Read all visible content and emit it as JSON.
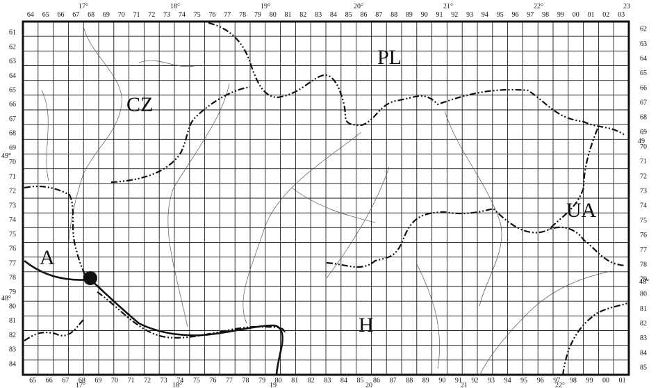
{
  "map": {
    "top_ticks": [
      "64",
      "65",
      "66",
      "67",
      "68",
      "69",
      "70",
      "71",
      "72",
      "73",
      "74",
      "75",
      "76",
      "77",
      "78",
      "79",
      "80",
      "81",
      "82",
      "83",
      "84",
      "85",
      "86",
      "87",
      "88",
      "89",
      "90",
      "91",
      "92",
      "93",
      "94",
      "95",
      "96",
      "97",
      "98",
      "99",
      "00",
      "01",
      "02",
      "03"
    ],
    "bottom_ticks": [
      "65",
      "66",
      "67",
      "68",
      "69",
      "70",
      "71",
      "72",
      "73",
      "74",
      "75",
      "76",
      "77",
      "78",
      "79",
      "80",
      "81",
      "82",
      "83",
      "84",
      "85",
      "86",
      "87",
      "88",
      "89",
      "90",
      "91",
      "92",
      "93",
      "94",
      "95",
      "96",
      "97",
      "98",
      "99",
      "00",
      "01"
    ],
    "left_ticks": [
      "61",
      "62",
      "63",
      "64",
      "65",
      "66",
      "67",
      "68",
      "69",
      "70",
      "71",
      "72",
      "73",
      "74",
      "75",
      "76",
      "77",
      "78",
      "79",
      "80",
      "81",
      "82",
      "83",
      "84"
    ],
    "right_ticks": [
      "62",
      "63",
      "64",
      "65",
      "66",
      "67",
      "68",
      "69",
      "70",
      "71",
      "72",
      "73",
      "74",
      "75",
      "76",
      "77",
      "78",
      "79",
      "80",
      "81",
      "82",
      "83",
      "84",
      "85"
    ],
    "top_degrees": [
      "17°",
      "18°",
      "19°",
      "20°",
      "21°",
      "22°",
      "23"
    ],
    "bottom_degrees": [
      "17°",
      "18°",
      "19",
      "20",
      "21",
      "22°"
    ],
    "lat_labels": {
      "left_49": "49°",
      "left_48": "48°",
      "right_49": "49",
      "right_48": "48°"
    },
    "countries": {
      "pl": "PL",
      "cz": "CZ",
      "ua": "UA",
      "a": "A",
      "h": "H"
    },
    "marker": "locality"
  }
}
